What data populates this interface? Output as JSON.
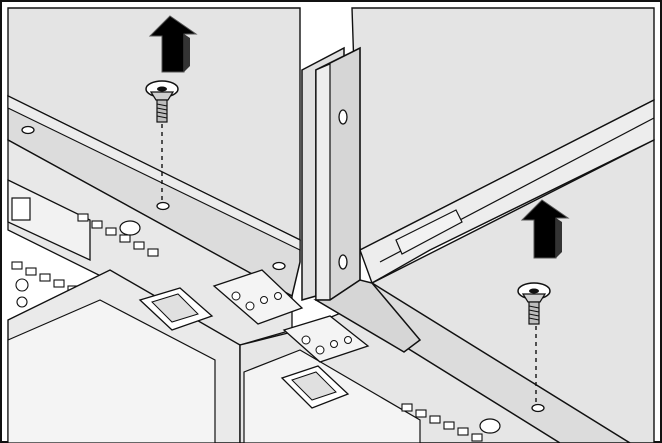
{
  "diagram": {
    "kind": "hardware-installation-illustration",
    "background_color": "#ffffff",
    "ink_color": "#111111",
    "chassis_fill": "#e4e4e4",
    "bracket_fill": "#d6d6d6",
    "arrow_fill": "#000000",
    "screws_shown": 2,
    "arrows_shown": 2,
    "action": "remove-screws-upward"
  }
}
